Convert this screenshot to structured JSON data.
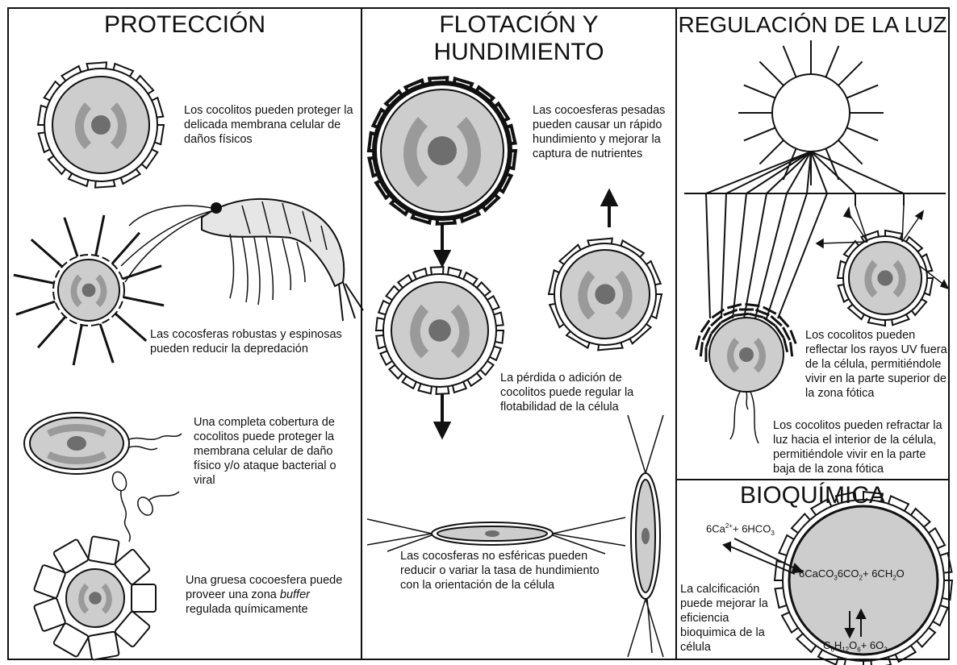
{
  "panels": {
    "proteccion": {
      "title": "PROTECCIÓN",
      "caption_1": "Los cocolitos pueden proteger la delicada membrana celular de daños físicos",
      "caption_2": "Las cocosferas robustas y espinosas pueden reducir la depredación",
      "caption_3": "Una completa cobertura de cocolitos puede proteger la membrana celular de daño físico y/o ataque bacterial o viral",
      "caption_4_part1": "Una gruesa cocoesfera puede proveer una zona ",
      "caption_4_italic": "buffer",
      "caption_4_part2": " regulada químicamente"
    },
    "flotacion": {
      "title_line1": "FLOTACIÓN Y",
      "title_line2": "HUNDIMIENTO",
      "caption_1": "Las cocoesferas pesadas pueden causar un rápido hundimiento y mejorar la captura de nutrientes",
      "caption_2": "La pérdida o adición de cocolitos puede regular la flotabilidad de la célula",
      "caption_3": "Las cocosferas no esféricas pueden reducir o variar la tasa de hundimiento con la orientación de la célula"
    },
    "regulacion": {
      "title": "REGULACIÓN DE LA LUZ",
      "caption_1": "Los cocolitos pueden reflectar los rayos UV fuera de la célula, permitiéndole vivir en la parte superior de la zona fótica",
      "caption_2": "Los cocolitos pueden refractar la luz hacia el interior de la célula, permitiéndole vivir en la parte baja de la zona fótica"
    },
    "bioquimica": {
      "title": "BIOQUÍMICA",
      "caption": "La calcificación puede mejorar la eficiencia bioquimica de la célula",
      "eq_input_a": "6Ca",
      "eq_input_a_sup": "2+",
      "eq_input_b": "+ 6HCO",
      "eq_input_b_sub": "3",
      "eq_top_a": "6CaCO",
      "eq_top_a_sub": "3",
      "eq_top_b": "6CO",
      "eq_top_b_sub": "2",
      "eq_top_c": "+ 6CH",
      "eq_top_c_sub": "2",
      "eq_top_d": "O",
      "eq_bottom_a": "C",
      "eq_bottom_a_sub": "6",
      "eq_bottom_b": "H",
      "eq_bottom_b_sub": "12",
      "eq_bottom_c": "O",
      "eq_bottom_c_sub": "6",
      "eq_bottom_d": "+ 6O",
      "eq_bottom_d_sub": "2"
    }
  },
  "colors": {
    "line": "#111111",
    "cytoplasm": "#cdcdcd",
    "organelle": "#9a9a9a",
    "nucleus": "#6e6e6e"
  }
}
